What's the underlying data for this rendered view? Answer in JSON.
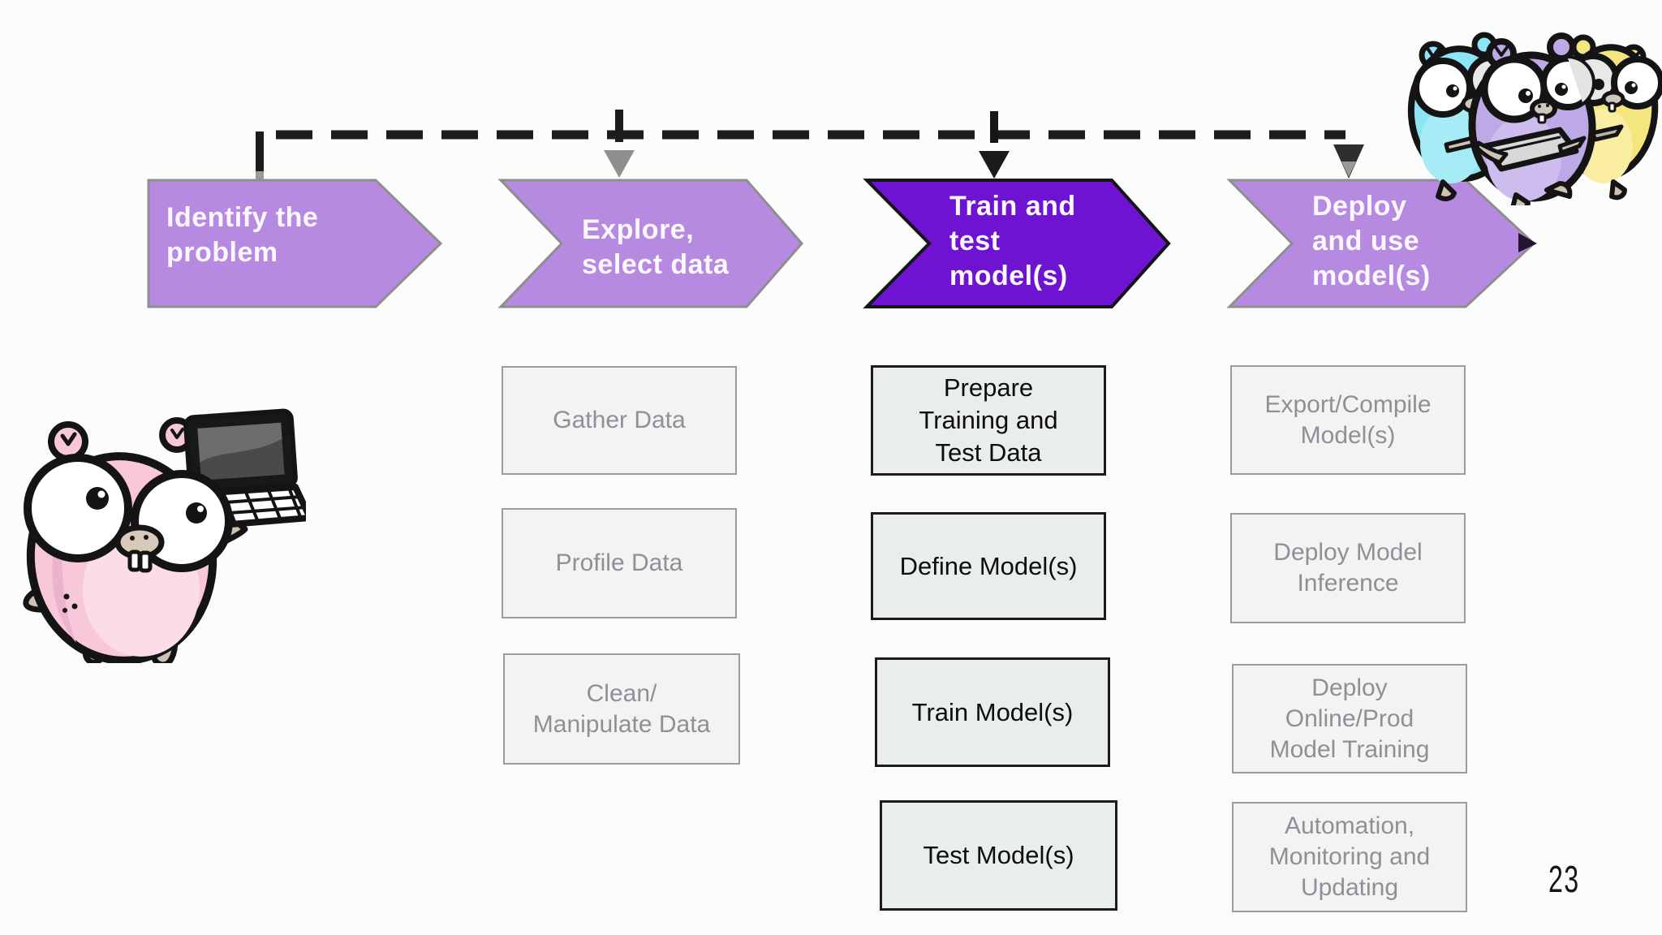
{
  "slide": {
    "page_number": "23",
    "background": "#fcfcfc"
  },
  "palette": {
    "chevron_light": "#b78ae1",
    "chevron_active": "#6d13d1",
    "chevron_border_light": "#8e8e8e",
    "chevron_border_active": "#161616",
    "chevron_text": "#fbf7fe",
    "muted_box_bg": "#f3f3f4",
    "muted_box_border": "#9b9ba1",
    "muted_box_text": "#8f9096",
    "active_box_bg": "#e9edec",
    "active_box_border": "#1b1b1b",
    "active_box_text": "#0d0d0d",
    "connector_dark": "#1c1c1c",
    "connector_muted": "#8f8f8f"
  },
  "stages": [
    {
      "id": "identify",
      "active": false,
      "lines": [
        "Identify the",
        "problem"
      ]
    },
    {
      "id": "explore",
      "active": false,
      "lines": [
        "Explore,",
        "select data"
      ]
    },
    {
      "id": "train",
      "active": true,
      "lines": [
        "Train and",
        "test",
        "model(s)"
      ]
    },
    {
      "id": "deploy",
      "active": false,
      "lines": [
        "Deploy",
        "and use",
        "model(s)"
      ]
    }
  ],
  "task_columns": [
    {
      "stage": "explore",
      "style": "muted",
      "boxes": [
        "Gather Data",
        "Profile Data",
        "Clean/\nManipulate Data"
      ]
    },
    {
      "stage": "train",
      "style": "active",
      "boxes": [
        "Prepare\nTraining and\nTest Data",
        "Define Model(s)",
        "Train Model(s)",
        "Test Model(s)"
      ]
    },
    {
      "stage": "deploy",
      "style": "muted",
      "boxes": [
        "Export/Compile\nModel(s)",
        "Deploy Model\nInference",
        "Deploy\nOnline/Prod\nModel Training",
        "Automation,\nMonitoring and\nUpdating"
      ]
    }
  ],
  "decorations": {
    "left_mascot": "pink-gopher-holding-laptop",
    "top_right_mascot": "three-gophers-cyan-purple-yellow"
  }
}
